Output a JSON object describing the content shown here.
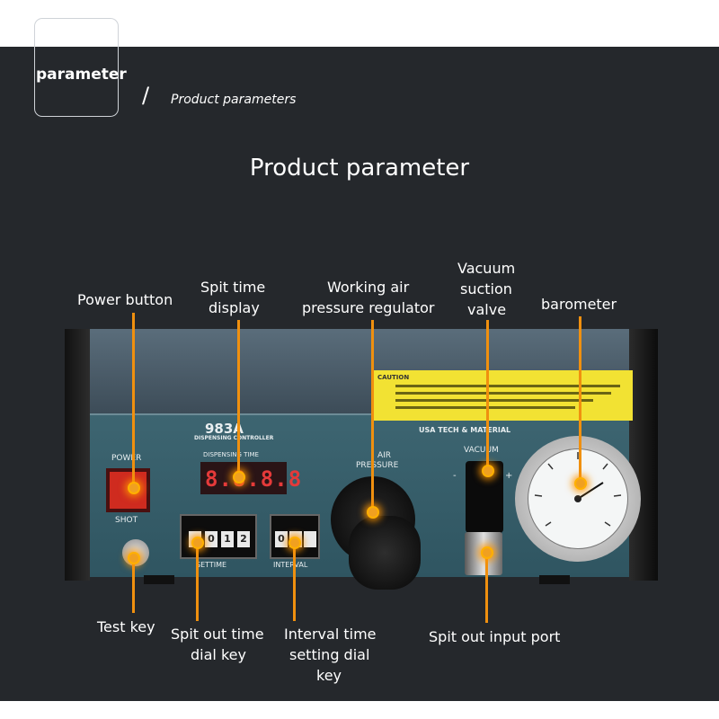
{
  "header": {
    "tab_label": "parameter",
    "separator": "/",
    "subtitle": "Product parameters"
  },
  "title": "Product parameter",
  "callouts": {
    "power_button": "Power button",
    "spit_time_display": [
      "Spit time",
      "display"
    ],
    "air_regulator": [
      "Working air",
      "pressure regulator"
    ],
    "vacuum_valve": [
      "Vacuum",
      "suction",
      "valve"
    ],
    "barometer": "barometer",
    "test_key": "Test key",
    "spit_out_time_dial": [
      "Spit out time",
      "dial key"
    ],
    "interval_dial": [
      "Interval time",
      "setting dial",
      "key"
    ],
    "spit_out_port": "Spit out input port"
  },
  "device": {
    "model": "983A",
    "model_sub": "DISPENSING CONTROLLER",
    "brand_line": "USA TECH & MATERIAL",
    "warning_title": "CAUTION",
    "power_label": "POWER",
    "shot_label": "SHOT",
    "display_label": "DISPENSING TIME",
    "display_value": "8.8.8.8",
    "air_label": [
      "AIR",
      "PRESSURE"
    ],
    "vacuum_label": "VACUUM",
    "vacuum_minus": "-",
    "vacuum_plus": "+",
    "set_time_label": "SETTIME",
    "interval_label": "INTERVAL",
    "set_time_digits": [
      "",
      "0",
      "1",
      "2"
    ],
    "interval_digits": [
      "0",
      "",
      ""
    ]
  },
  "colors": {
    "background": "#25282c",
    "device_panel": "#35606b",
    "warning_sticker": "#f2e233",
    "callout_leader": "#f0900f",
    "led_digits": "#e53a3a",
    "power_button": "#cf2b1f"
  }
}
